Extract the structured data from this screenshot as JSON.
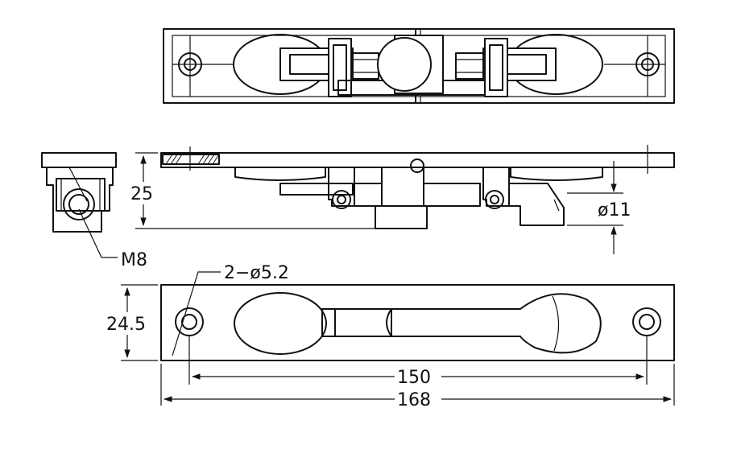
{
  "dimensions": {
    "height_side": "25",
    "pin_diameter": "ø11",
    "thread": "M8",
    "holes": "2−ø5.2",
    "height_bottom": "24.5",
    "hole_spacing": "150",
    "overall_length": "168"
  },
  "colors": {
    "line": "#111111",
    "background": "#ffffff"
  }
}
